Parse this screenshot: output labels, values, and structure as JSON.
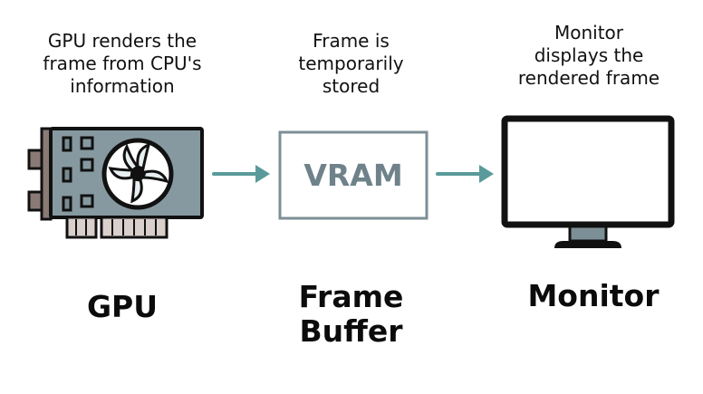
{
  "captions": {
    "gpu": "GPU renders the\nframe from CPU's\ninformation",
    "frame_buffer": "Frame is\ntemporarily\nstored",
    "monitor": "Monitor\ndisplays the\nrendered frame"
  },
  "titles": {
    "gpu": "GPU",
    "frame_buffer": "Frame\nBuffer",
    "monitor": "Monitor"
  },
  "vram_label": "VRAM",
  "colors": {
    "arrow": "#5a9a9a",
    "vram_box": "#7d8f96",
    "gpu_board": "#8799a0",
    "outline": "#111111"
  },
  "icons": {
    "gpu": "graphics-card-icon",
    "monitor": "monitor-icon"
  }
}
